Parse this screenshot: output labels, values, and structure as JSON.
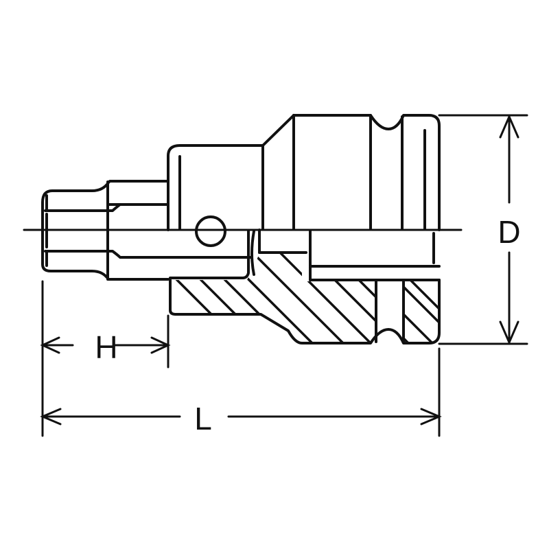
{
  "diagram": {
    "type": "technical-drawing",
    "subject": "impact hex bit socket (cross-section side view)",
    "line_color": "#111111",
    "background": "#ffffff",
    "dimensions": {
      "H": {
        "label": "H",
        "meaning": "hex bit length"
      },
      "L": {
        "label": "L",
        "meaning": "overall length"
      },
      "D": {
        "label": "D",
        "meaning": "outer diameter"
      }
    }
  }
}
